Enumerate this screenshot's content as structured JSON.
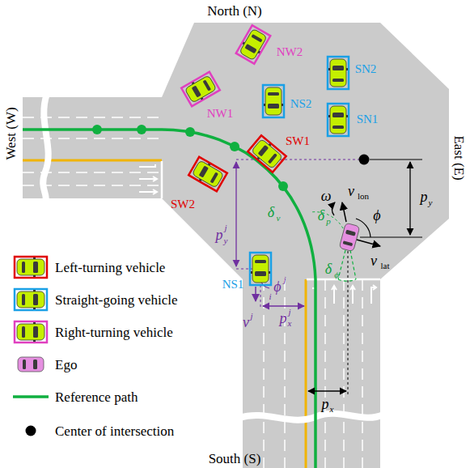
{
  "diagram": {
    "labels": [
      "North (N)",
      "South (S)",
      "West (W)",
      "East (E)",
      "NW2",
      "NW1",
      "SN2",
      "NS2",
      "SN1",
      "SW1",
      "SW2",
      "NS1",
      "ω",
      "v",
      "lon",
      "ϕ",
      "p",
      "y",
      "v",
      "lat",
      "δ",
      "p",
      "δ",
      "v",
      "δ",
      "ϕ",
      "p",
      "y",
      "j",
      "ϕ",
      "j",
      "i",
      "v",
      "j",
      "p",
      "x",
      "j",
      "p",
      "x"
    ],
    "legend": [
      {
        "text": "Left-turning vehicle"
      },
      {
        "text": "Straight-going vehicle"
      },
      {
        "text": "Right-turning vehicle"
      },
      {
        "text": "Ego"
      },
      {
        "text": "Reference path"
      },
      {
        "text": "Center of intersection"
      }
    ]
  }
}
